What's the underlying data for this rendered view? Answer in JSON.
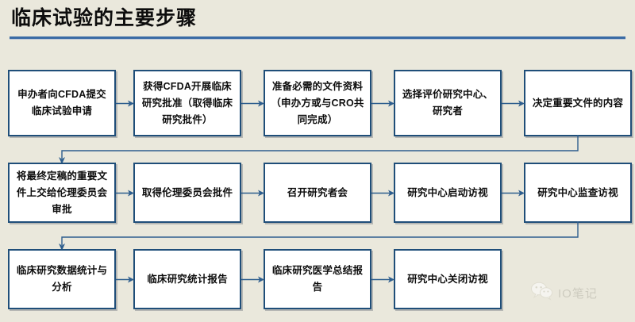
{
  "slide": {
    "title": "临床试验的主要步骤",
    "background_color": "#eae8dc",
    "accent_color": "#3a6ba5",
    "box_border_color": "#1f4e79",
    "box_fill_color": "#ffffff"
  },
  "flow": {
    "rows": [
      {
        "id": "row-1",
        "steps": [
          {
            "id": "step-1",
            "label": "申办者向CFDA提交临床试验申请"
          },
          {
            "id": "step-2",
            "label": "获得CFDA开展临床研究批准（取得临床研究批件）"
          },
          {
            "id": "step-3",
            "label": "准备必需的文件资料（申办方或与CRO共同完成）"
          },
          {
            "id": "step-4",
            "label": "选择评价研究中心、研究者"
          },
          {
            "id": "step-5",
            "label": "决定重要文件的内容"
          }
        ]
      },
      {
        "id": "row-2",
        "steps": [
          {
            "id": "step-6",
            "label": "将最终定稿的重要文件上交给伦理委员会审批"
          },
          {
            "id": "step-7",
            "label": "取得伦理委员会批件"
          },
          {
            "id": "step-8",
            "label": "召开研究者会"
          },
          {
            "id": "step-9",
            "label": "研究中心启动访视"
          },
          {
            "id": "step-10",
            "label": "研究中心监查访视"
          }
        ]
      },
      {
        "id": "row-3",
        "steps": [
          {
            "id": "step-11",
            "label": "临床研究数据统计与分析"
          },
          {
            "id": "step-12",
            "label": "临床研究统计报告"
          },
          {
            "id": "step-13",
            "label": "临床研究医学总结报告"
          },
          {
            "id": "step-14",
            "label": "研究中心关闭访视"
          }
        ]
      }
    ]
  },
  "watermark": {
    "icon": "wechat-logo-icon",
    "text": "IO笔记"
  }
}
